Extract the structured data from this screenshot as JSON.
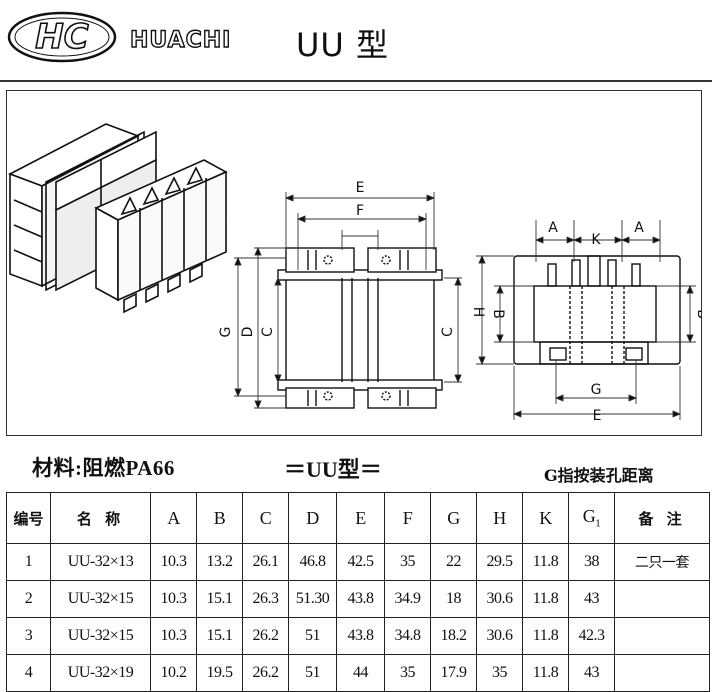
{
  "header": {
    "logo_letters": "HC",
    "brand": "HUACHI",
    "model_title": "UU 型"
  },
  "drawing": {
    "front_view_labels": {
      "E": "E",
      "F": "F",
      "G": "G",
      "D": "D",
      "C_left": "C",
      "C_right": "C"
    },
    "side_view_labels": {
      "A_left": "A",
      "K": "K",
      "A_right": "A",
      "H": "H",
      "B_left": "B",
      "B_right": "B",
      "G": "G",
      "E": "E"
    }
  },
  "material_label": "材料:阻燃PA66",
  "series_label": "＝UU型＝",
  "note_label": "G指按装孔距离",
  "table": {
    "headers": [
      "编号",
      "名 称",
      "A",
      "B",
      "C",
      "D",
      "E",
      "F",
      "G",
      "H",
      "K",
      "G",
      "备 注"
    ],
    "g1_subscript": "1",
    "rows": [
      [
        "1",
        "UU-32×13",
        "10.3",
        "13.2",
        "26.1",
        "46.8",
        "42.5",
        "35",
        "22",
        "29.5",
        "11.8",
        "38",
        "二只一套"
      ],
      [
        "2",
        "UU-32×15",
        "10.3",
        "15.1",
        "26.3",
        "51.30",
        "43.8",
        "34.9",
        "18",
        "30.6",
        "11.8",
        "43",
        ""
      ],
      [
        "3",
        "UU-32×15",
        "10.3",
        "15.1",
        "26.2",
        "51",
        "43.8",
        "34.8",
        "18.2",
        "30.6",
        "11.8",
        "42.3",
        ""
      ],
      [
        "4",
        "UU-32×19",
        "10.2",
        "19.5",
        "26.2",
        "51",
        "44",
        "35",
        "17.9",
        "35",
        "11.8",
        "43",
        ""
      ]
    ]
  }
}
